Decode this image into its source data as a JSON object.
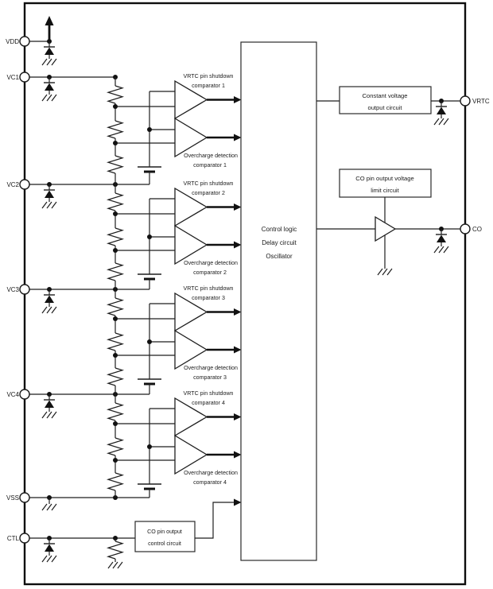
{
  "colors": {
    "line": "#1a1a1a",
    "background": "#ffffff",
    "text": "#1a1a1a"
  },
  "pins": {
    "left": [
      {
        "label": "VDD"
      },
      {
        "label": "VC1"
      },
      {
        "label": "VC2"
      },
      {
        "label": "VC3"
      },
      {
        "label": "VC4"
      },
      {
        "label": "VSS"
      },
      {
        "label": "CTL"
      }
    ],
    "right": [
      {
        "label": "VRTC"
      },
      {
        "label": "CO"
      }
    ]
  },
  "cells": [
    {
      "shutdown_line1": "VRTC pin shutdown",
      "shutdown_line2": "comparator 1",
      "overcharge_line1": "Overcharge detection",
      "overcharge_line2": "comparator 1"
    },
    {
      "shutdown_line1": "VRTC pin shutdown",
      "shutdown_line2": "comparator 2",
      "overcharge_line1": "Overcharge detection",
      "overcharge_line2": "comparator 2"
    },
    {
      "shutdown_line1": "VRTC pin shutdown",
      "shutdown_line2": "comparator 3",
      "overcharge_line1": "Overcharge detection",
      "overcharge_line2": "comparator 3"
    },
    {
      "shutdown_line1": "VRTC pin shutdown",
      "shutdown_line2": "comparator 4",
      "overcharge_line1": "Overcharge detection",
      "overcharge_line2": "comparator 4"
    }
  ],
  "blocks": {
    "control_logic": {
      "line1": "Control logic",
      "line2": "Delay circuit",
      "line3": "Oscillator"
    },
    "constant_voltage": {
      "line1": "Constant voltage",
      "line2": "output circuit"
    },
    "co_limit": {
      "line1": "CO pin output voltage",
      "line2": "limit circuit"
    },
    "co_control": {
      "line1": "CO pin output",
      "line2": "control circuit"
    }
  }
}
